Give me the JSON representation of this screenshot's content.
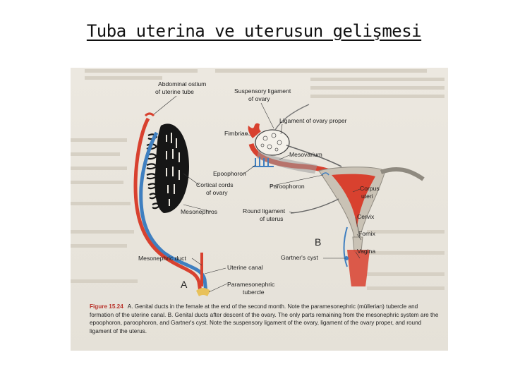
{
  "slide": {
    "title": "Tuba uterina ve uterusun gelişmesi"
  },
  "figure": {
    "labels": {
      "abdominal_ostium": [
        "Abdominal ostium",
        "of uterine tube"
      ],
      "suspensory_ligament": [
        "Suspensory ligament",
        "of ovary"
      ],
      "fimbriae": "Fimbriae",
      "ligament_ovary_proper": "Ligament of ovary proper",
      "mesovarium": "Mesovarium",
      "epoophoron": "Epoophoron",
      "cortical_cords": [
        "Cortical cords",
        "of ovary"
      ],
      "paroophoron": "Paroophoron",
      "corpus_uteri": [
        "Corpus",
        "uteri"
      ],
      "mesonephros": "Mesonephros",
      "round_ligament": [
        "Round ligament",
        "of uterus"
      ],
      "cervix": "Cervix",
      "fornix": "Fornix",
      "vagina": "Vagina",
      "gartners_cyst": "Gartner's cyst",
      "mesonephric_duct": "Mesonephric duct",
      "uterine_canal": "Uterine canal",
      "paramesonephric_tubercle": [
        "Paramesonephric",
        "tubercle"
      ]
    },
    "panel_a": "A",
    "panel_b": "B",
    "caption": {
      "figure_number": "Figure 15.24",
      "text": "A. Genital ducts in the female at the end of the second month. Note the paramesonephric (müllerian) tubercle and formation of the uterine canal. B. Genital ducts after descent of the ovary. The only parts remaining from the mesonephric system are the epoophoron, paroophoron, and Gartner's cyst. Note the suspensory ligament of the ovary, ligament of the ovary proper, and round ligament of the uterus."
    },
    "colors": {
      "mesonephric": "#3f7fc0",
      "paramesonephric": "#d8412f",
      "mesonephros": "#161616"
    }
  }
}
